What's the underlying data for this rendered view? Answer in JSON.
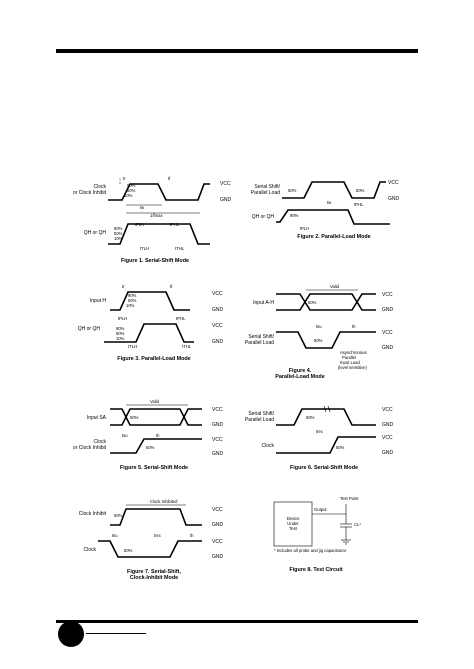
{
  "figures": [
    {
      "id": "fig1",
      "caption": "Figure 1. Serial-Shift Mode",
      "labels": {
        "clock": "Clock",
        "clock2": "or Clock Inhibit",
        "vcc": "VCC",
        "gnd": "GND",
        "output": "QH or QH",
        "p90": "90%",
        "p50": "50%",
        "p10": "10%",
        "tr": "tr",
        "tf": "tf",
        "tw": "tw",
        "fmax": "1/fmax",
        "tplh": "tPLH",
        "tphl": "tPHL",
        "tthl": "tTHL",
        "ttlh": "tTLH"
      }
    },
    {
      "id": "fig2",
      "caption": "Figure 2. Parallel-Load Mode",
      "labels": {
        "ss1": "Serial Shift/",
        "ss2": "Parallel Load",
        "vcc": "VCC",
        "gnd": "GND",
        "output": "QH or QH",
        "p50": "50%",
        "p90": "90%",
        "tw": "tw",
        "tphl": "tPHL",
        "tplh": "tPLH"
      }
    },
    {
      "id": "fig3",
      "caption": "Figure 3. Parallel-Load Mode",
      "labels": {
        "input": "Input H",
        "output": "QH or QH",
        "vcc": "VCC",
        "gnd": "GND",
        "tr": "tr",
        "tf": "tf",
        "p90": "90%",
        "p50": "50%",
        "p10": "10%",
        "tplh": "tPLH",
        "tphl": "tPHL",
        "ttlh": "tTLH",
        "tthl": "tTHL"
      }
    },
    {
      "id": "fig4",
      "caption": "Figure 4.",
      "caption2": "Parallel-Load Mode",
      "labels": {
        "input": "Input A-H",
        "ss1": "Serial Shift/",
        "ss2": "Parallel Load",
        "vcc": "VCC",
        "gnd": "GND",
        "valid": "Valid",
        "p50": "50%",
        "tsu": "tsu",
        "th": "th",
        "note1": "Asynchronous",
        "note2": "Parallel",
        "note3": "Input Load",
        "note4": "(level sensitive)"
      }
    },
    {
      "id": "fig5",
      "caption": "Figure 5. Serial-Shift Mode",
      "labels": {
        "input": "Input SA",
        "clock": "Clock",
        "clock2": "or Clock Inhibit",
        "vcc": "VCC",
        "gnd": "GND",
        "valid": "Valid",
        "p50": "50%",
        "tsu": "tsu",
        "th": "th"
      }
    },
    {
      "id": "fig6",
      "caption": "Figure 6. Serial-Shift Mode",
      "labels": {
        "ss1": "Serial Shift/",
        "ss2": "Parallel Load",
        "clock": "Clock",
        "vcc": "VCC",
        "gnd": "GND",
        "p50": "50%",
        "trec": "trec"
      }
    },
    {
      "id": "fig7",
      "caption": "Figure 7. Serial-Shift,",
      "caption2": "Clock-Inhibit Mode",
      "labels": {
        "inhibit": "Clock Inhibit",
        "clock": "Clock",
        "inhibited": "Clock Inhibited",
        "vcc": "VCC",
        "gnd": "GND",
        "p50": "50%",
        "tsu": "tsu",
        "trec": "trec",
        "th": "th"
      }
    },
    {
      "id": "fig8",
      "caption": "Figure 8. Test Circuit",
      "labels": {
        "testpoint": "Test Point",
        "output": "Output",
        "dev1": "Device",
        "dev2": "Under",
        "dev3": "Test",
        "cl": "CL*",
        "note": "* Includes all probe and jig capacitance"
      }
    }
  ]
}
